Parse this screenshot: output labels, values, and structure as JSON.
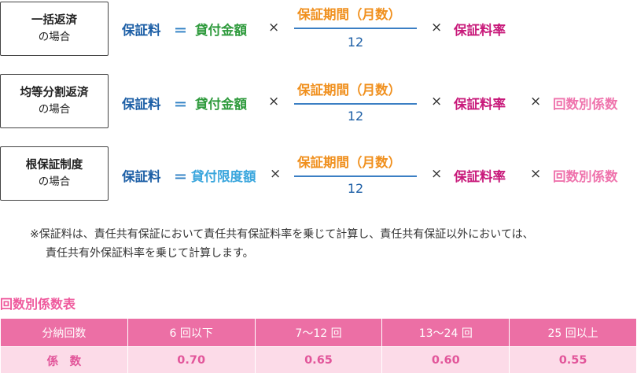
{
  "cases": [
    {
      "label_line1": "一括返済",
      "label_line2": "の場合",
      "premium": "保証料",
      "equals": "＝",
      "base": "貸付金額",
      "times": "×",
      "numerator": "保証期間（月数）",
      "denominator": "12",
      "rate": "保証料率",
      "coef": ""
    },
    {
      "label_line1": "均等分割返済",
      "label_line2": "の場合",
      "premium": "保証料",
      "equals": "＝",
      "base": "貸付金額",
      "times": "×",
      "numerator": "保証期間（月数）",
      "denominator": "12",
      "rate": "保証料率",
      "coef": "回数別係数"
    },
    {
      "label_line1": "根保証制度",
      "label_line2": "の場合",
      "premium": "保証料",
      "equals": "＝",
      "base": "貸付限度額",
      "times": "×",
      "numerator": "保証期間（月数）",
      "denominator": "12",
      "rate": "保証料率",
      "coef": "回数別係数"
    }
  ],
  "note": {
    "line1": "※保証料は、責任共有保証において責任共有保証料率を乗じて計算し、責任共有保証以外においては、",
    "line2": "責任共有外保証料率を乗じて計算します。"
  },
  "table": {
    "title": "回数別係数表",
    "headers": [
      "分納回数",
      "6 回以下",
      "7〜12 回",
      "13〜24 回",
      "25 回以上"
    ],
    "row": [
      "係　数",
      "0.70",
      "0.65",
      "0.60",
      "0.55"
    ]
  },
  "colors": {
    "premium": "#1d5fa6",
    "amount": "#2e9a3c",
    "limit_amount": "#3aa6dd",
    "period": "#f0901e",
    "rate": "#c8197a",
    "coefficient": "#ef74ad",
    "table_header": "#ec6fa5",
    "table_body": "#fcdbe8"
  }
}
